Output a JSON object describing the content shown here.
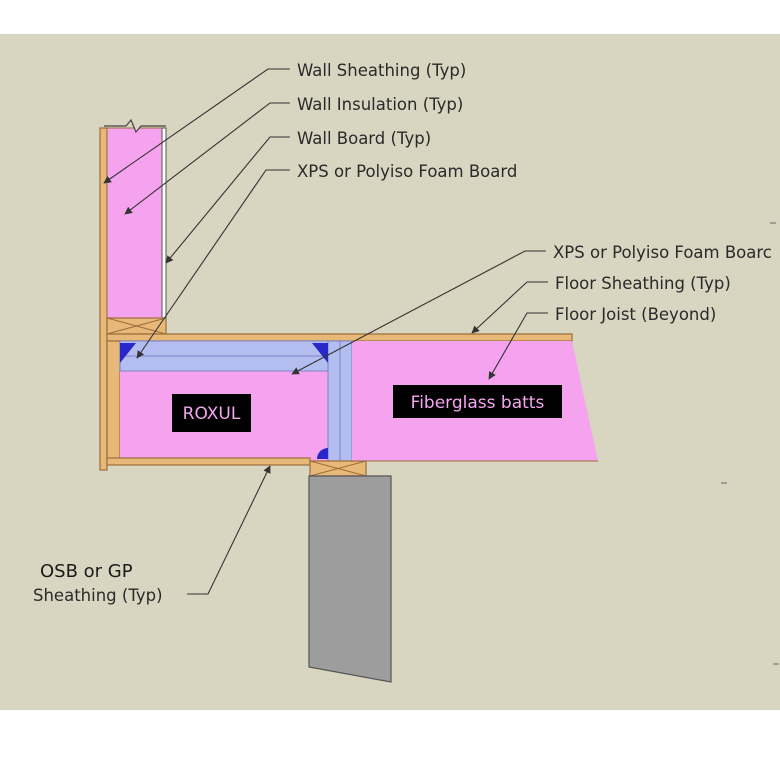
{
  "callouts": {
    "wall_sheathing": "Wall Sheathing (Typ)",
    "wall_insulation": "Wall Insulation (Typ)",
    "wall_board": "Wall Board (Typ)",
    "foam_board_left": "XPS or Polyiso Foam Board",
    "foam_board_right": "XPS or Polyiso Foam Boarc",
    "floor_sheathing": "Floor Sheathing (Typ)",
    "floor_joist": "Floor Joist (Beyond)",
    "osb_line1": "OSB or GP",
    "osb_line2": "Sheathing (Typ)"
  },
  "tags": {
    "roxul": "ROXUL",
    "fiberglass": "Fiberglass batts"
  },
  "colors": {
    "background": "#d8d5c1",
    "insulation_pink": "#f6a3ef",
    "foam_blue": "#b4bdf0",
    "wood": "#e7b878",
    "framing_brown": "#9c6e3c",
    "foundation_gray": "#9d9d9d",
    "sealant_blue": "#2828c8",
    "tag_background": "#000000"
  }
}
